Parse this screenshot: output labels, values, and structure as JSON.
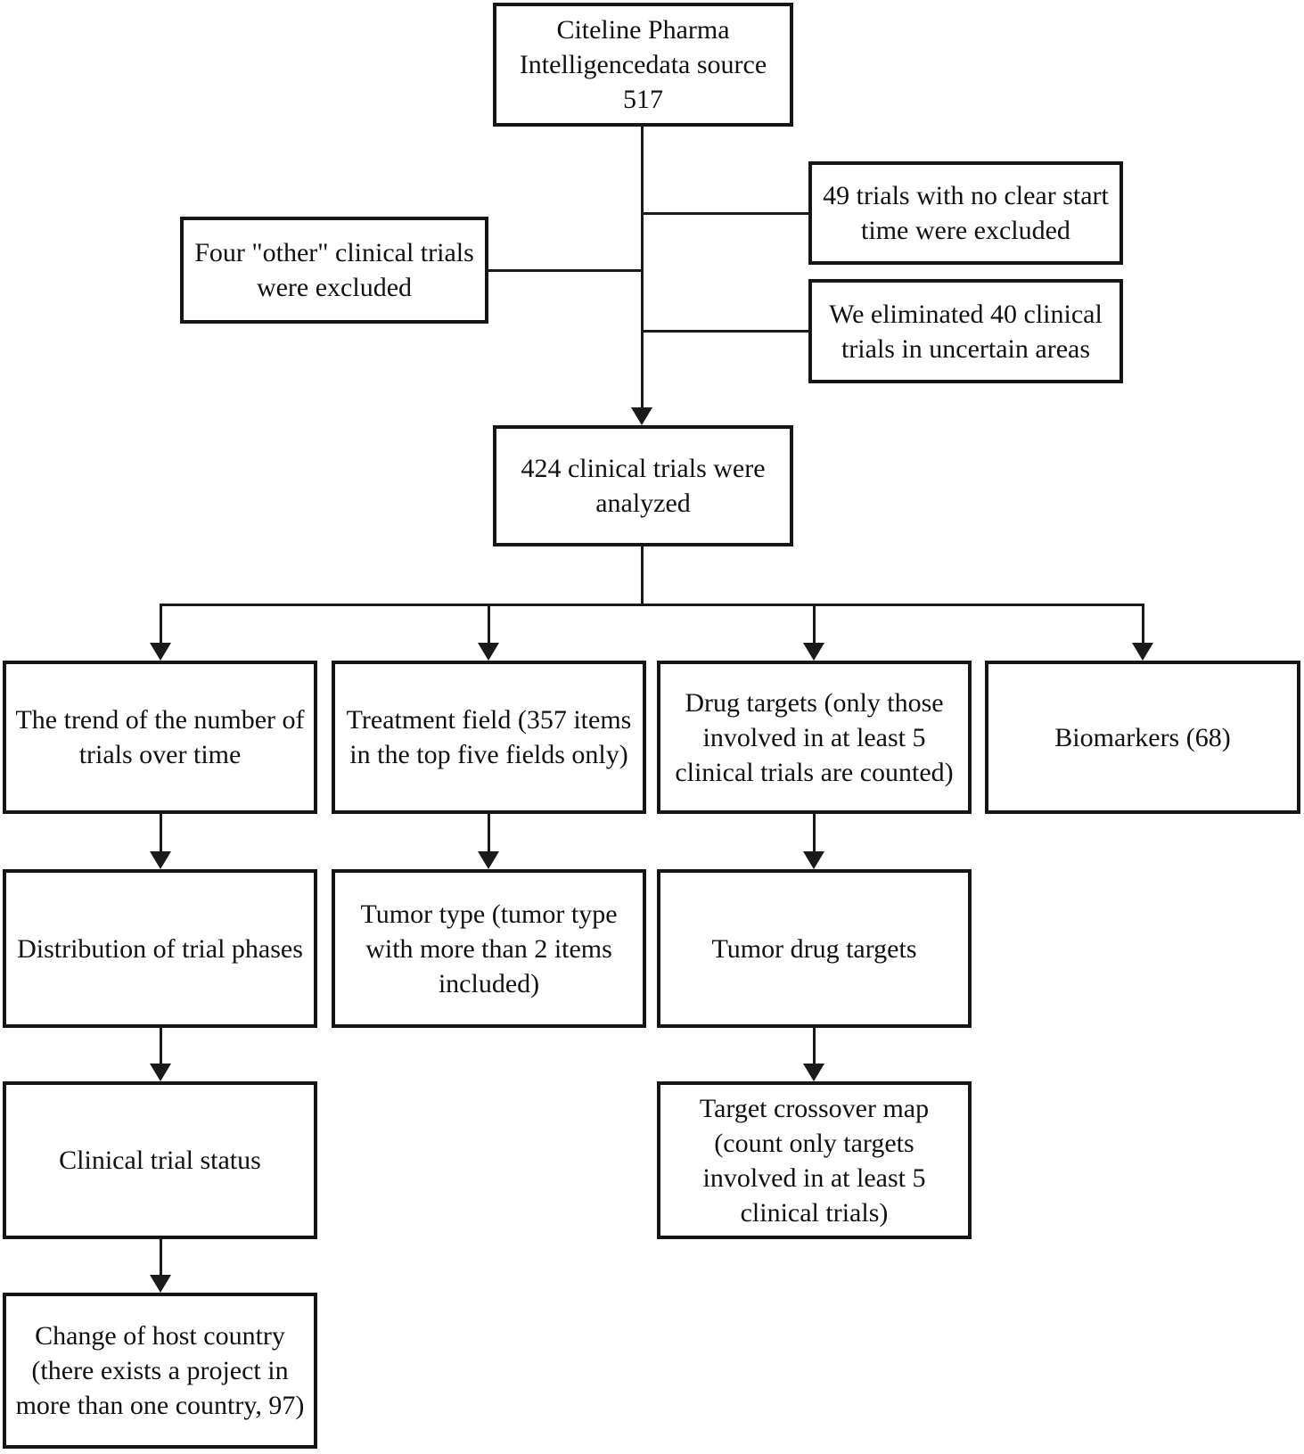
{
  "diagram": {
    "type": "flowchart",
    "nodes": {
      "source": {
        "label": "Citeline Pharma Intelligencedata source 517"
      },
      "excluded_no_start": {
        "label": "49 trials with no clear start time were excluded"
      },
      "excluded_uncertain": {
        "label": "We eliminated 40 clinical trials in uncertain areas"
      },
      "excluded_other": {
        "label": "Four \"other\" clinical trials were excluded"
      },
      "analyzed": {
        "label": "424 clinical trials were analyzed"
      },
      "trend": {
        "label": "The trend of the number of trials over time"
      },
      "treatment_field": {
        "label": "Treatment field (357 items in the top five fields only)"
      },
      "drug_targets": {
        "label": "Drug targets (only those involved in at least 5 clinical trials are counted)"
      },
      "biomarkers": {
        "label": "Biomarkers (68)"
      },
      "trial_phases": {
        "label": "Distribution of trial phases"
      },
      "tumor_type": {
        "label": "Tumor type (tumor type with more than 2 items included)"
      },
      "tumor_drug_targets": {
        "label": "Tumor drug targets"
      },
      "trial_status": {
        "label": "Clinical trial status"
      },
      "target_crossover": {
        "label": "Target crossover map (count only targets involved in at least 5 clinical trials)"
      },
      "host_country": {
        "label": "Change of host country (there exists a project in more than one country, 97)"
      }
    },
    "edges": [
      {
        "from": "source",
        "to": "analyzed",
        "arrow": true
      },
      {
        "from": "source",
        "to": "excluded_no_start",
        "arrow": false
      },
      {
        "from": "source",
        "to": "excluded_uncertain",
        "arrow": false
      },
      {
        "from": "source",
        "to": "excluded_other",
        "arrow": false
      },
      {
        "from": "analyzed",
        "to": "trend",
        "arrow": true
      },
      {
        "from": "analyzed",
        "to": "treatment_field",
        "arrow": true
      },
      {
        "from": "analyzed",
        "to": "drug_targets",
        "arrow": true
      },
      {
        "from": "analyzed",
        "to": "biomarkers",
        "arrow": true
      },
      {
        "from": "trend",
        "to": "trial_phases",
        "arrow": true
      },
      {
        "from": "trial_phases",
        "to": "trial_status",
        "arrow": true
      },
      {
        "from": "trial_status",
        "to": "host_country",
        "arrow": true
      },
      {
        "from": "treatment_field",
        "to": "tumor_type",
        "arrow": true
      },
      {
        "from": "drug_targets",
        "to": "tumor_drug_targets",
        "arrow": true
      },
      {
        "from": "tumor_drug_targets",
        "to": "target_crossover",
        "arrow": true
      }
    ],
    "colors": {
      "line": "#1a1a1a",
      "box_border": "#161616",
      "box_fill": "#ffffff",
      "background": "#ffffff",
      "text": "#111111"
    }
  }
}
